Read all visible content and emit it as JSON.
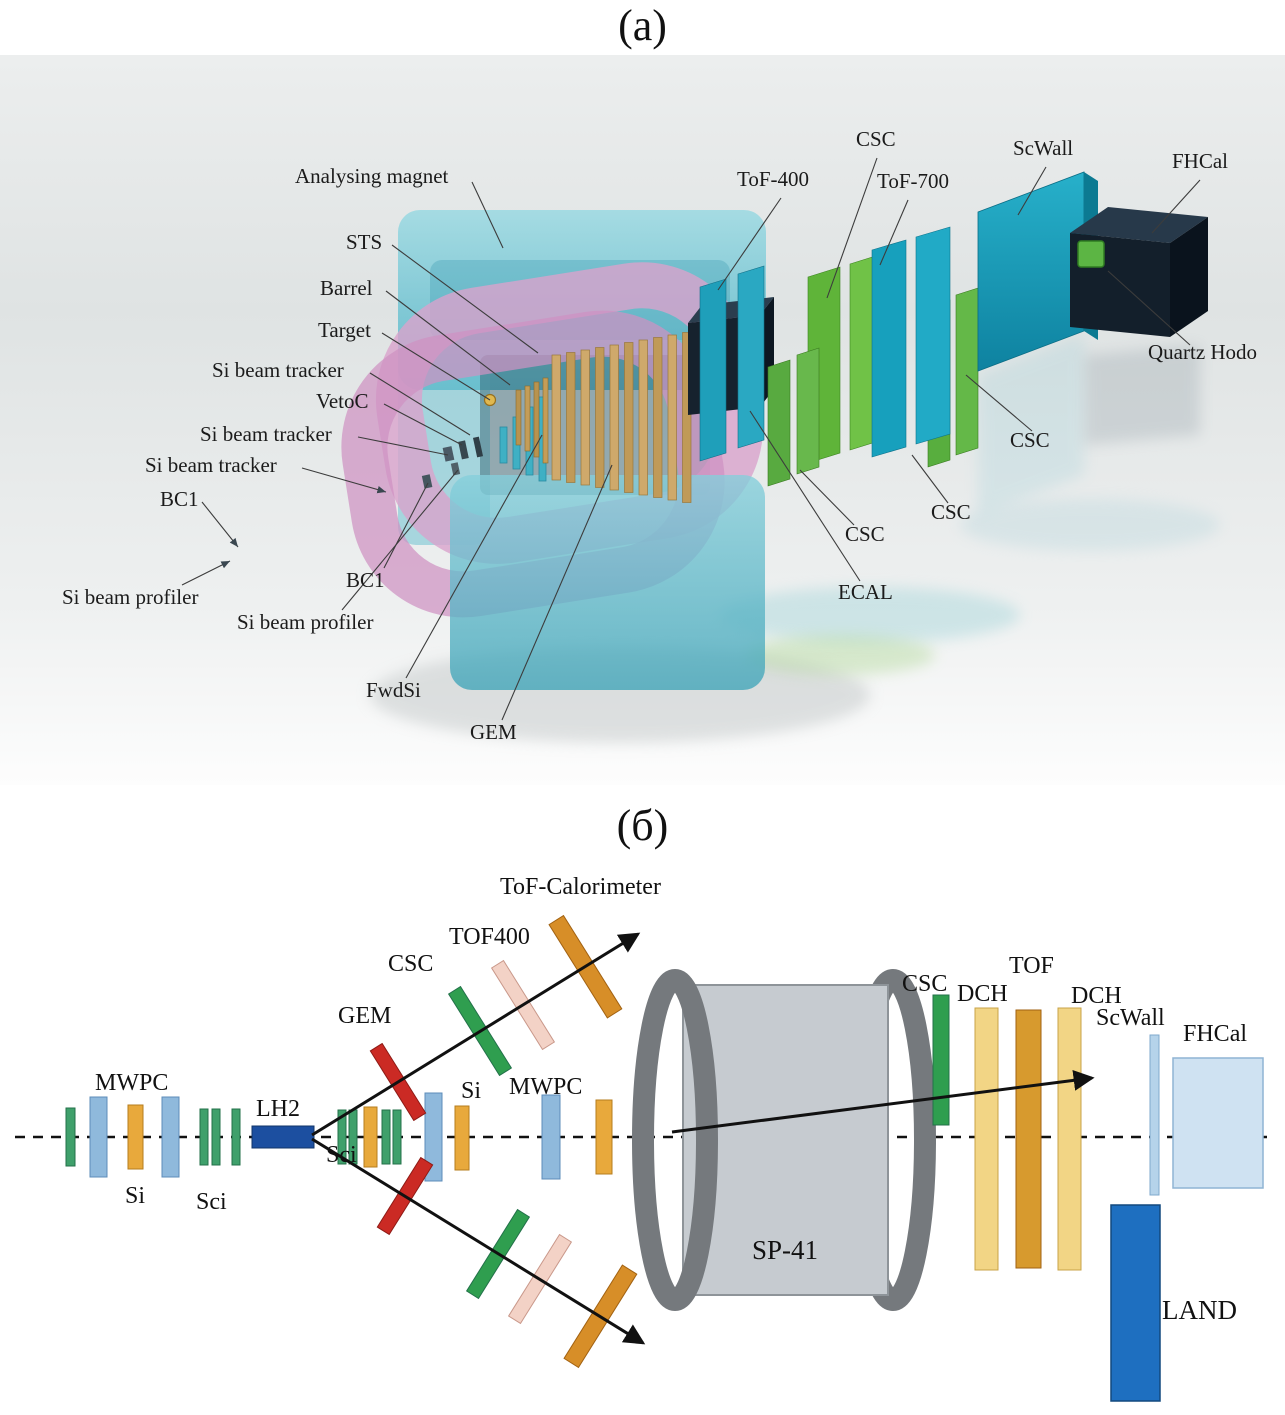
{
  "figure": {
    "title_a": "(а)",
    "title_b": "(б)",
    "panel_a": {
      "labels": [
        "Analysing magnet",
        "CSC",
        "ToF-400",
        "ToF-700",
        "ScWall",
        "FHCal",
        "STS",
        "Barrel",
        "Target",
        "Si beam tracker",
        "VetoC",
        "Si beam tracker",
        "Si beam tracker",
        "BC1",
        "Si beam profiler",
        "BC1",
        "Si beam profiler",
        "FwdSi",
        "GEM",
        "CSC",
        "CSC",
        "CSC",
        "ECAL",
        "Quartz Hodo"
      ]
    },
    "panel_b": {
      "labels": [
        "ToF-Calorimeter",
        "TOF400",
        "CSC",
        "GEM",
        "MWPC",
        "Si",
        "Sci",
        "LH2",
        "Sci",
        "Si",
        "MWPC",
        "SP-41",
        "CSC",
        "DCH",
        "TOF",
        "DCH",
        "ScWall",
        "FHCal",
        "LAND"
      ]
    },
    "palette": {
      "sci_green": "#3fa06b",
      "mwpc_blue": "#8fb9dc",
      "si_yellow": "#e8a93c",
      "lh2_navy": "#1c4fa0",
      "gem_red": "#cb2a24",
      "csc_green": "#2f9e4f",
      "tof400_pink": "#f3d2c6",
      "tofcal_orange": "#d78e28",
      "sp41_gray": "#c6cbd0",
      "coil_gray": "#75797d",
      "dch_sand": "#f2d585",
      "tof_orange": "#d79a2e",
      "scwall_blue": "#b5d3ea",
      "fhcal_blue": "#cfe2f2",
      "land_blue": "#1e6fc0",
      "beam_black": "#111111",
      "magnet_teal": "#7cc9d6",
      "coil_pink": "#d5a0c9",
      "gem_gold": "#c9a566",
      "ecal_navy": "#15212d",
      "plate_teal": "#1f9fba",
      "plate_green": "#5fb439"
    }
  }
}
